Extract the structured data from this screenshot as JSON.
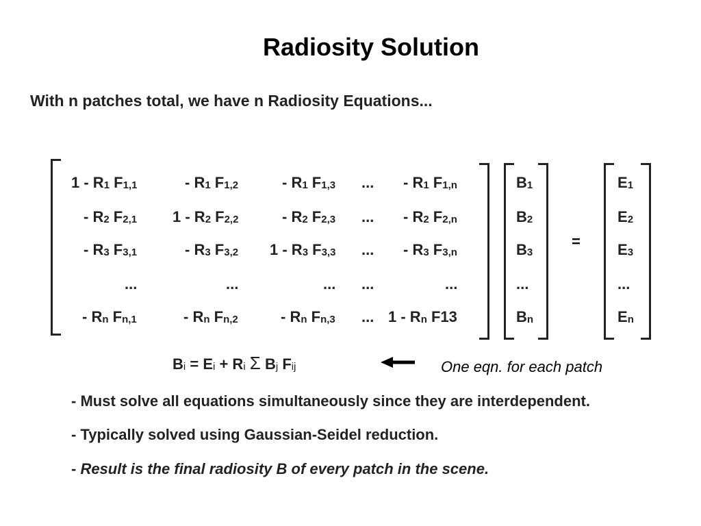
{
  "title": "Radiosity Solution",
  "intro": "With n patches total, we have n Radiosity Equations...",
  "matrix": [
    [
      [
        "1 - R",
        "1",
        " F",
        "1,1"
      ],
      [
        "- R",
        "1",
        " F",
        "1,2"
      ],
      [
        "- R",
        "1",
        " F",
        "1,3"
      ],
      [
        "...",
        "",
        "",
        ""
      ],
      [
        "- R",
        "1",
        " F",
        "1,n"
      ]
    ],
    [
      [
        "- R",
        "2",
        " F",
        "2,1"
      ],
      [
        "1 - R",
        "2",
        " F",
        "2,2"
      ],
      [
        "- R",
        "2",
        " F",
        "2,3"
      ],
      [
        "...",
        "",
        "",
        ""
      ],
      [
        "- R",
        "2",
        " F",
        "2,n"
      ]
    ],
    [
      [
        "- R",
        "3",
        " F",
        "3,1"
      ],
      [
        "- R",
        "3",
        " F",
        "3,2"
      ],
      [
        "1 - R",
        "3",
        " F",
        "3,3"
      ],
      [
        "...",
        "",
        "",
        ""
      ],
      [
        "- R",
        "3",
        " F",
        "3,n"
      ]
    ],
    [
      [
        "...",
        "",
        "",
        ""
      ],
      [
        "...",
        "",
        "",
        ""
      ],
      [
        "...",
        "",
        "",
        ""
      ],
      [
        "...",
        "",
        "",
        ""
      ],
      [
        "...",
        "",
        "",
        ""
      ]
    ],
    [
      [
        "- R",
        "n",
        " F",
        "n,1"
      ],
      [
        "- R",
        "n",
        " F",
        "n,2"
      ],
      [
        "- R",
        "n",
        " F",
        "n,3"
      ],
      [
        "...",
        "",
        "",
        ""
      ],
      [
        "1 - R",
        "n",
        " F13",
        ""
      ]
    ]
  ],
  "b_vector": [
    [
      "B",
      "1"
    ],
    [
      "B",
      "2"
    ],
    [
      "B",
      "3"
    ],
    [
      "...",
      ""
    ],
    [
      "B",
      "n"
    ]
  ],
  "equals": "=",
  "e_vector": [
    [
      "E",
      "1"
    ],
    [
      "E",
      "2"
    ],
    [
      "E",
      "3"
    ],
    [
      "...",
      ""
    ],
    [
      "E",
      "n"
    ]
  ],
  "formula": {
    "b": "B",
    "b_sub": "i",
    "eq": " = ",
    "e": "E",
    "e_sub": "i",
    "plus": " + ",
    "r": "R",
    "r_sub": "i",
    "sigma": "Σ",
    "bj": "B",
    "bj_sub": "j",
    "f": " F",
    "f_sub": "ij"
  },
  "note": "One eqn. for each patch",
  "bullets": [
    {
      "prefix": "- ",
      "text": "Must solve all equations simultaneously since they are interdependent.",
      "italic": false
    },
    {
      "prefix": "- ",
      "text": "Typically solved using Gaussian-Seidel reduction.",
      "italic": false
    },
    {
      "prefix": "- ",
      "text": "Result is the final radiosity B of every patch in the scene.",
      "italic": true
    }
  ]
}
